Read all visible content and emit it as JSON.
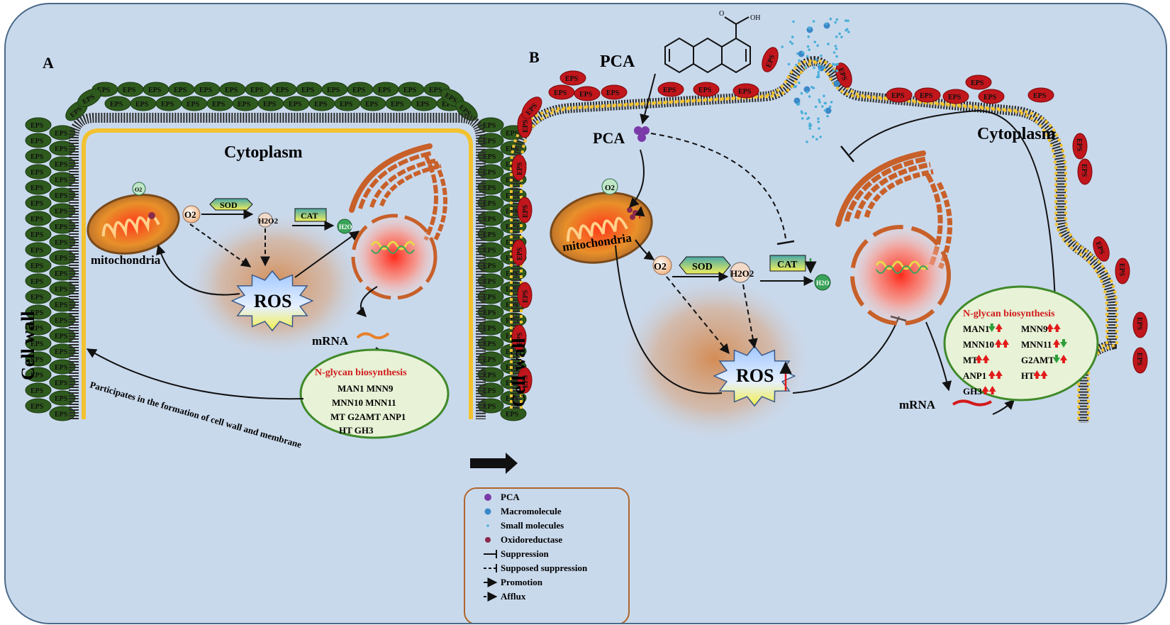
{
  "panels": {
    "A": {
      "label": "A",
      "cell_wall": "Cell wall",
      "cytoplasm": "Cytoplasm",
      "mitochondria": "mitochondria",
      "o2_small": "O2",
      "o2": "O2",
      "sod": "SOD",
      "h2o2": "H2O2",
      "cat": "CAT",
      "h2o": "H2O",
      "ros": "ROS",
      "mrna": "mRNA",
      "eps": "EPS",
      "nglycan_title": "N-glycan biosynthesis",
      "genes": [
        "MAN1  MNN9",
        "MNN10  MNN11",
        "MT  G2AMT   ANP1",
        "HT  GH3"
      ],
      "wall_arrow_text": "Participates  in the formation  of cell  wall and membrane"
    },
    "B": {
      "label": "B",
      "pca_top": "PCA",
      "cooh": "OH",
      "cooh_o": "O",
      "pca_mid": "PCA",
      "cell_wall": "Cell wall",
      "cytoplasm": "Cytoplasm",
      "mitochondria": "mitochondria",
      "o2_top": "O2",
      "o2": "O2",
      "sod": "SOD",
      "h2o2": "H2O2",
      "cat": "CAT",
      "h2o": "H2O",
      "ros": "ROS",
      "mrna": "mRNA",
      "eps": "EPS",
      "nglycan_title": "N-glycan biosynthesis",
      "genes": [
        {
          "name": "MAN1",
          "arrows": "down-up"
        },
        {
          "name": "MNN9",
          "arrows": "up-up"
        },
        {
          "name": "MNN10",
          "arrows": "up-up"
        },
        {
          "name": "MNN11",
          "arrows": "up-down"
        },
        {
          "name": "MT",
          "arrows": "up-up"
        },
        {
          "name": "G2AMT",
          "arrows": "down-up"
        },
        {
          "name": "ANP1",
          "arrows": "up-up"
        },
        {
          "name": "HT",
          "arrows": "up-up"
        },
        {
          "name": "GH3",
          "arrows": "up-up"
        }
      ]
    }
  },
  "legend": {
    "items": [
      {
        "symbol": "purple-dot",
        "label": "PCA"
      },
      {
        "symbol": "blue-dot",
        "label": "Macromolecule"
      },
      {
        "symbol": "small-dot",
        "label": "Small molecules"
      },
      {
        "symbol": "maroon-dot",
        "label": "Oxidoreductase"
      },
      {
        "symbol": "flat-line",
        "label": "Suppression"
      },
      {
        "symbol": "dashed-flat",
        "label": "Supposed suppression"
      },
      {
        "symbol": "solid-arrow",
        "label": "Promotion"
      },
      {
        "symbol": "dashed-arrow",
        "label": "Afflux"
      }
    ]
  },
  "colors": {
    "background": "#c9d9ec",
    "eps_green": "#2f5a1e",
    "eps_red": "#c0161c",
    "membrane_yellow": "#f2c230",
    "nglycan_fill": "#e8f2d6",
    "nglycan_border": "#3f8a2a",
    "nglycan_title": "#d21b1b",
    "ros_glow": "#d9955f",
    "golgi": "#c8602a",
    "mito": "#a0602a",
    "up_arrow_red": "#e21b1b",
    "down_arrow_green": "#2e9e3a"
  }
}
